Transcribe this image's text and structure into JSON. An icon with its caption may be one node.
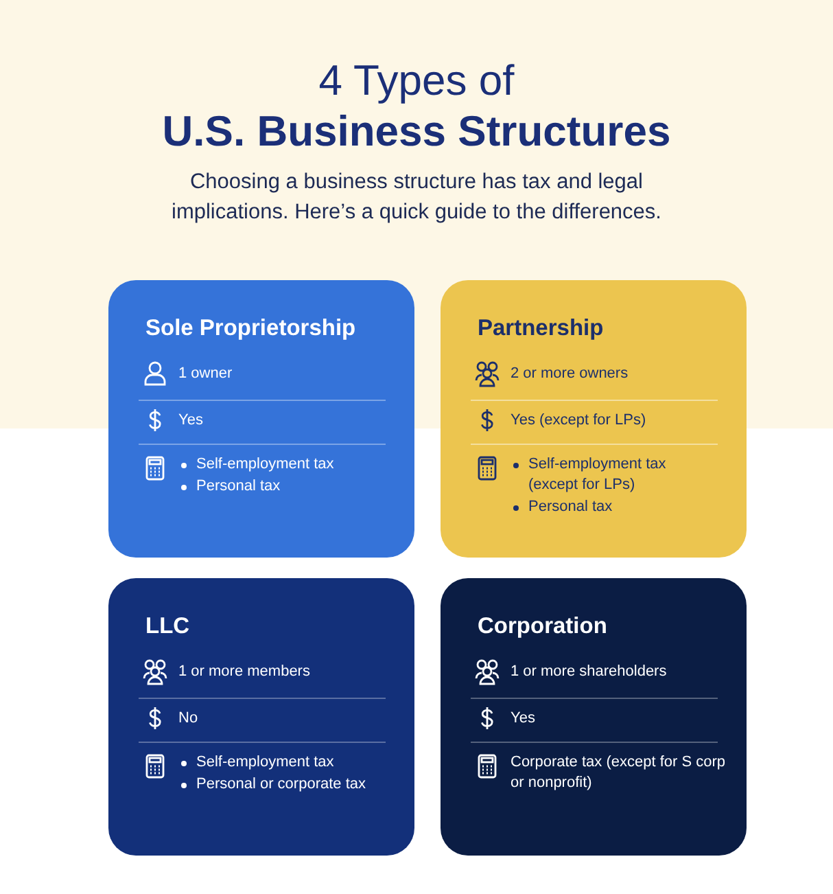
{
  "diagram": {
    "title": "4 Types of **U.S. Business Structures**",
    "nodes": [
      {
        "text": [
          "Sole Proprietorship",
          "1 owner",
          "Yes",
          "Self-employment tax",
          "Personal tax"
        ]
      },
      {
        "text": [
          "Partnership",
          "2 or more owners",
          "Yes (except for LPs)",
          "Self-employment tax (except for LPs)",
          "Personal tax"
        ]
      },
      {
        "text": [
          "LLC",
          "1 or more members",
          "No",
          "Self-employment tax",
          "Personal or corporate tax"
        ]
      },
      {
        "text": [
          "Corporation",
          "1 or more shareholders",
          "Yes",
          "Corporate tax (except for S corp  or nonprofit)"
        ]
      }
    ],
    "labels": [
      "Choosing a business structure has tax and legal implications. Here’s a quick guide to the differences."
    ]
  }
}
